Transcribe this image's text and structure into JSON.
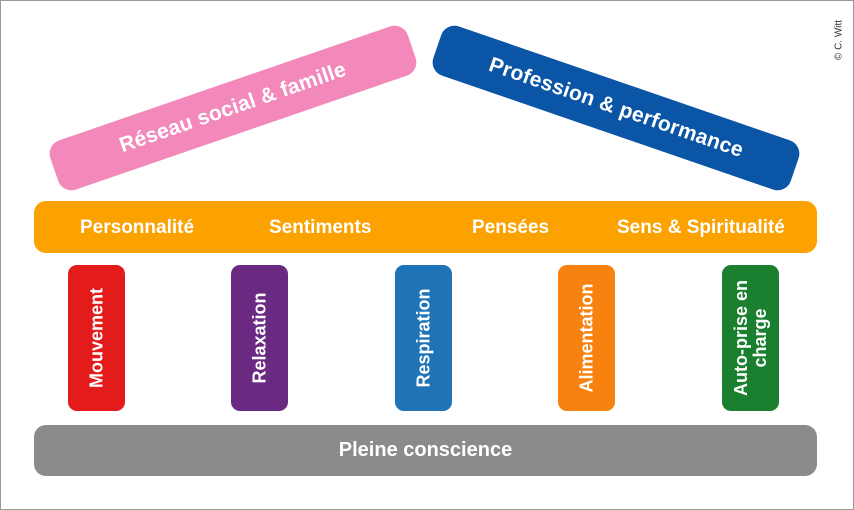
{
  "copyright": "© C. Witt",
  "roof": {
    "left": {
      "label": "Réseau social & famille",
      "color": "#f289ba"
    },
    "right": {
      "label": "Profession & performance",
      "color": "#0a55a6"
    }
  },
  "beam": {
    "color": "#fba200",
    "labels": [
      "Personnalité",
      "Sentiments",
      "Pensées",
      "Sens & Spiritualité"
    ]
  },
  "pillars": [
    {
      "lines": [
        "Mouvement"
      ],
      "color": "#e31b1b"
    },
    {
      "lines": [
        "Relaxation"
      ],
      "color": "#6a2a82"
    },
    {
      "lines": [
        "Respiration"
      ],
      "color": "#1f74b7"
    },
    {
      "lines": [
        "Alimentation"
      ],
      "color": "#f7820f"
    },
    {
      "lines": [
        "Auto-prise en",
        "charge"
      ],
      "color": "#1a7f2e"
    }
  ],
  "base": {
    "label": "Pleine conscience",
    "color": "#8b8b8b"
  }
}
